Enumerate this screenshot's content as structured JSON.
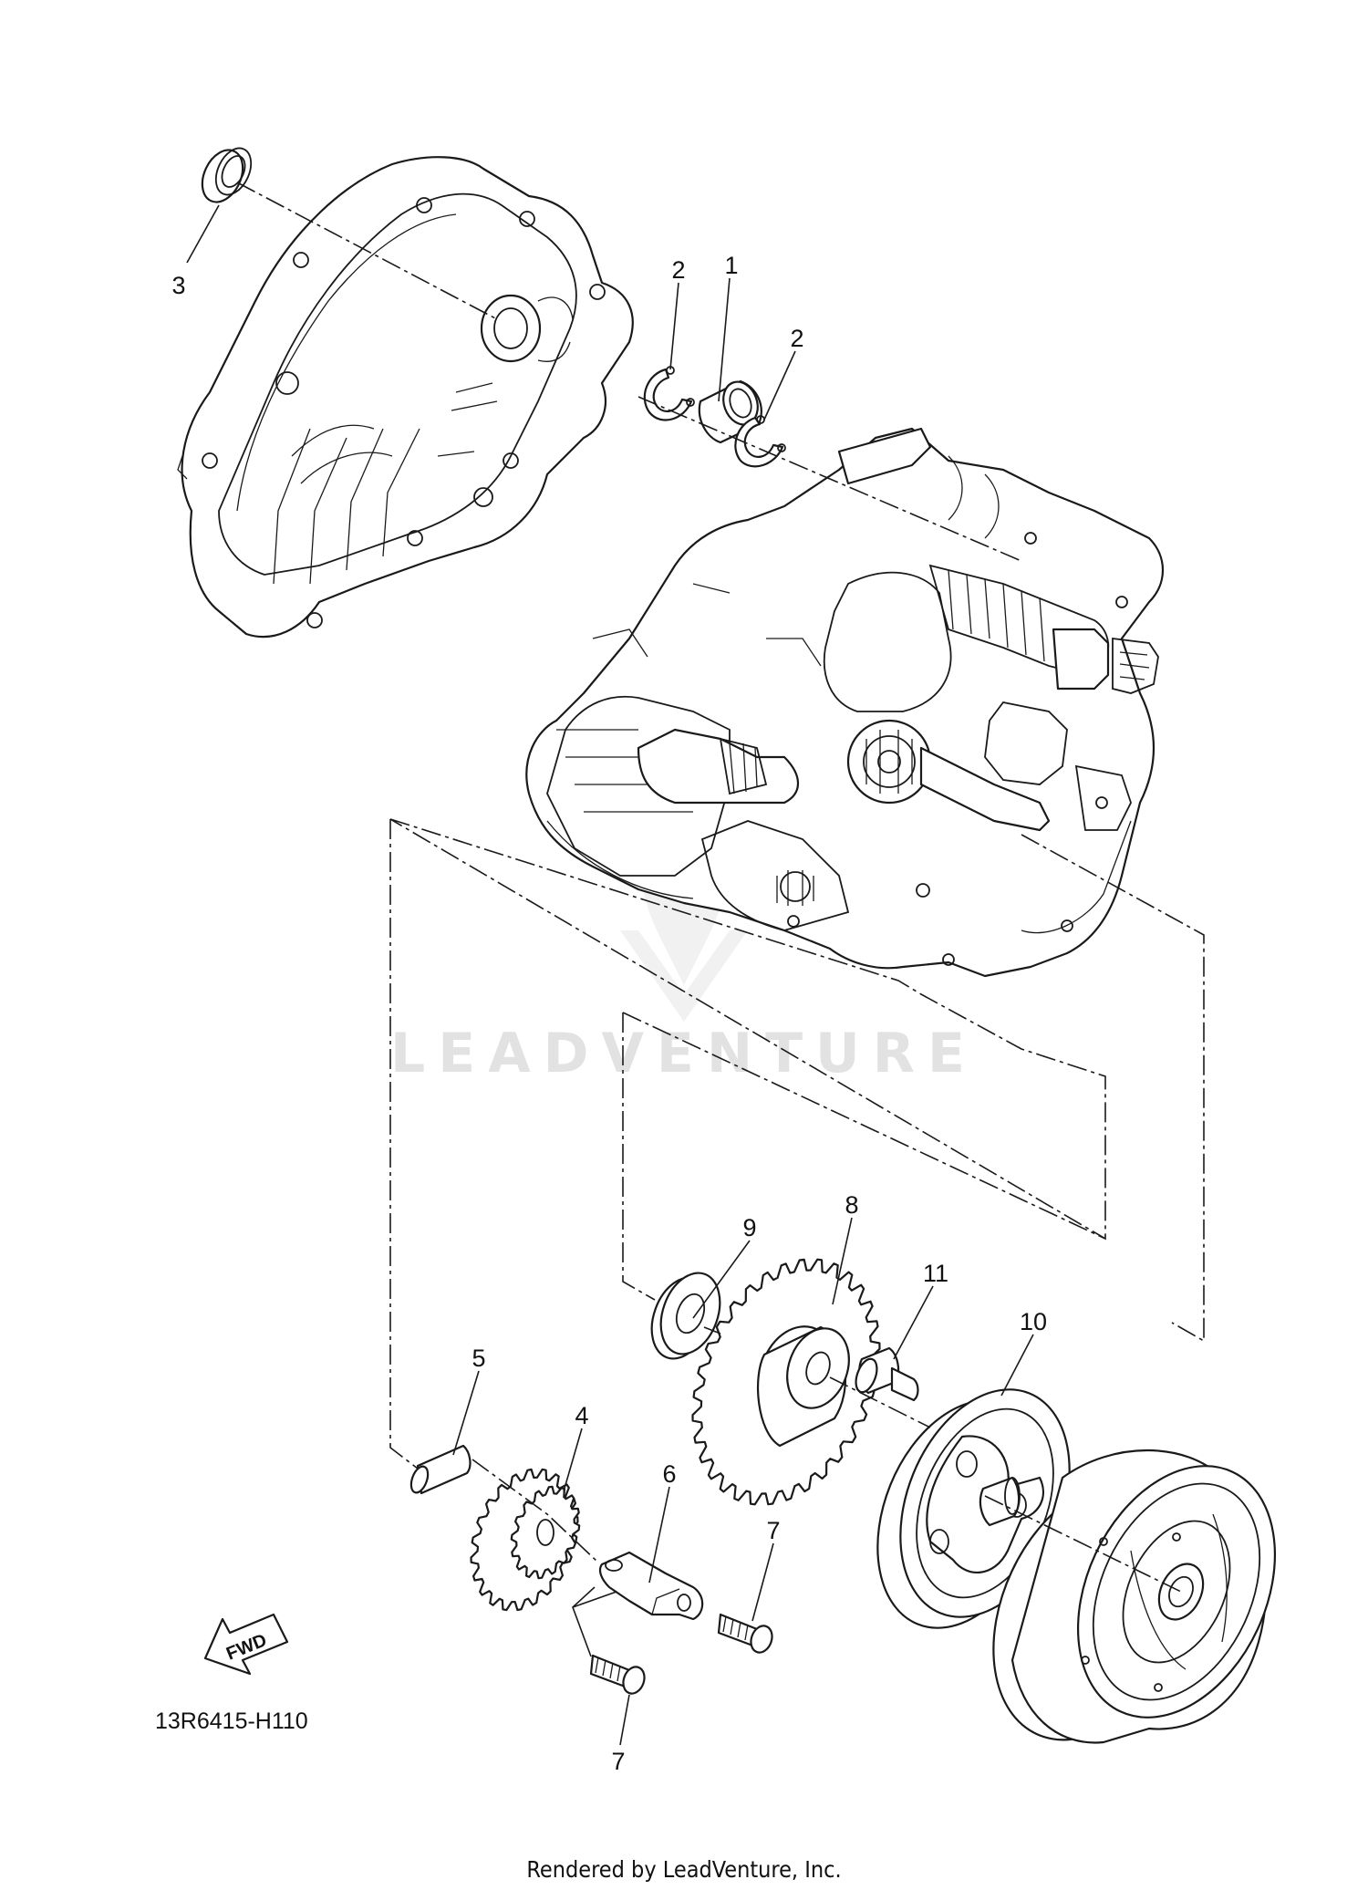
{
  "diagram": {
    "part_code": "13R6415-H110",
    "watermark": "LEADVENTURE",
    "footer": "Rendered by LeadVenture, Inc.",
    "fwd_label": "FWD",
    "callouts": [
      {
        "id": "c3",
        "text": "3"
      },
      {
        "id": "c2a",
        "text": "2"
      },
      {
        "id": "c1",
        "text": "1"
      },
      {
        "id": "c2b",
        "text": "2"
      },
      {
        "id": "c9",
        "text": "9"
      },
      {
        "id": "c8",
        "text": "8"
      },
      {
        "id": "c11",
        "text": "11"
      },
      {
        "id": "c10",
        "text": "10"
      },
      {
        "id": "c5",
        "text": "5"
      },
      {
        "id": "c4",
        "text": "4"
      },
      {
        "id": "c6",
        "text": "6"
      },
      {
        "id": "c7a",
        "text": "7"
      },
      {
        "id": "c7b",
        "text": "7"
      }
    ]
  }
}
